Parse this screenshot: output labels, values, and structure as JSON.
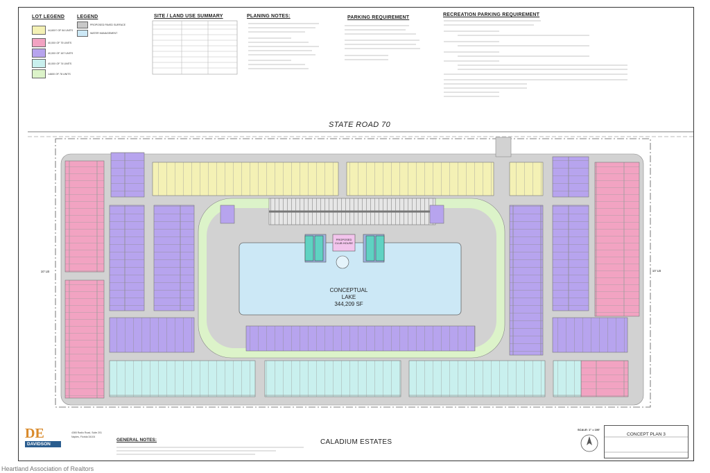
{
  "headings": {
    "lot_legend": "LOT LEGEND",
    "legend": "LEGEND",
    "site_summary": "SITE / LAND USE SUMMARY",
    "planing_notes": "PLANING NOTES:",
    "parking": "PARKING REQUIREMENT",
    "recreation": "RECREATION PARKING REQUIREMENT"
  },
  "lot_legend": [
    {
      "label": "44,60X? OF 84 UNITS",
      "color": "#f4f1b5"
    },
    {
      "label": "40,00X OF 75 UNITS",
      "color": "#f2a3c2"
    },
    {
      "label": "40,00X OF 167 UNITS",
      "color": "#b7a4ee"
    },
    {
      "label": "40,00X OF 74 UNITS",
      "color": "#c9f0ee"
    },
    {
      "label": "14600 OF 78 UNITS",
      "color": "#dcf3c9"
    }
  ],
  "legend": [
    {
      "label": "PROPOSED PAVED SURFACE",
      "color": "#c8c8c8"
    },
    {
      "label": "WATER MANAGEMENT",
      "color": "#cce8f6"
    }
  ],
  "labels": {
    "state_road": "STATE ROAD 70",
    "lake_name": "CONCEPTUAL LAKE",
    "lake_area": "344,209 SF",
    "club_house": "PROPOSED CLUB HOUSE",
    "project_name": "CALADIUM ESTATES",
    "general_notes": "GENERAL NOTES:",
    "plan_title": "CONCEPT PLAN 3",
    "scale": "SCALE: 1\" = 100'",
    "lb_left": "10' LB",
    "lb_right": "10' LB",
    "company": "DAVIDSON",
    "company_initials": "DE",
    "address_1": "4365 Radio Road, Suite 201",
    "address_2": "Naples, Florida 34104",
    "watermark": "Heartland Association of Realtors"
  },
  "colors": {
    "yellow": "#f4f1b5",
    "pink": "#f2a3c2",
    "purple": "#b7a4ee",
    "cyan": "#c9f0ee",
    "green": "#dcf3c9",
    "road": "#d2d2d2",
    "lake": "#cce8f6"
  }
}
